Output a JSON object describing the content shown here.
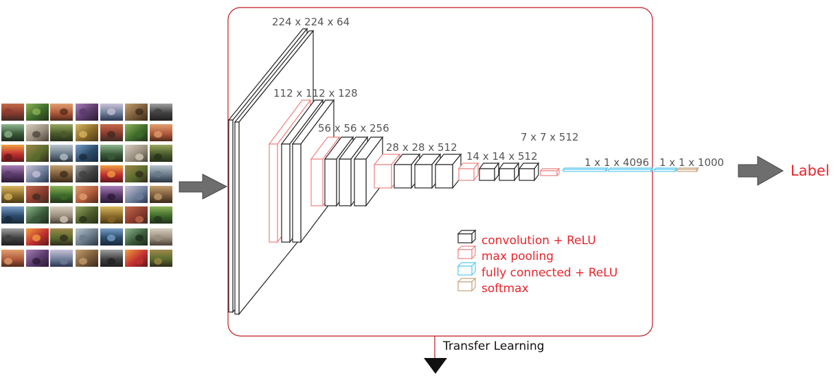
{
  "layers": [
    {
      "dims": "224 x 224 x 64"
    },
    {
      "dims": "112 x 112 x 128"
    },
    {
      "dims": "56 x 56 x 256"
    },
    {
      "dims": "28 x 28 x 512"
    },
    {
      "dims": "14 x 14 x 512"
    },
    {
      "dims": "7 x 7 x 512"
    },
    {
      "dims": "1 x 1 x 4096"
    },
    {
      "dims": "1 x 1 x 1000"
    }
  ],
  "legend": [
    {
      "label": "convolution + ReLU",
      "color": "#222222"
    },
    {
      "label": "max pooling",
      "color": "#f08080"
    },
    {
      "label": "fully connected + ReLU",
      "color": "#5bc8f0"
    },
    {
      "label": "softmax",
      "color": "#c8a27a"
    }
  ],
  "output": {
    "label": "Label"
  },
  "transfer": {
    "label": "Transfer Learning"
  },
  "colors": {
    "frame": "#c0171d",
    "arrow": "#666666",
    "label": "#e8232a"
  }
}
